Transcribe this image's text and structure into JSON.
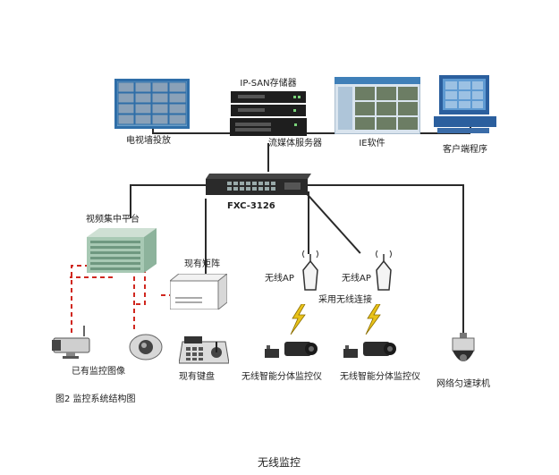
{
  "devices": {
    "tv_wall": "电视墙投放",
    "ip_san": "IP-SAN存储器",
    "stream_server": "流媒体服务器",
    "ie_software": "IE软件",
    "client": "客户端程序",
    "switch_model": "FXC-3126",
    "video_platform": "视频集中平台",
    "matrix": "现有矩阵",
    "ap_left": "无线AP",
    "ap_right": "无线AP",
    "wireless_link": "采用无线连接",
    "existing_cameras": "已有监控图像",
    "keyboard": "现有键盘",
    "wireless_monitor_left": "无线智能分体监控仪",
    "wireless_monitor_right": "无线智能分体监控仪",
    "dome_camera": "网络匀速球机"
  },
  "figure_caption": "图2  监控系统结构图",
  "page_caption": "无线监控",
  "colors": {
    "wire": "#2a2a2a",
    "dashed_link": "#d0271f",
    "lightning": "#e8c21a",
    "rack_green": "#a8c9b4",
    "screen_blue": "#3f7fb8"
  }
}
